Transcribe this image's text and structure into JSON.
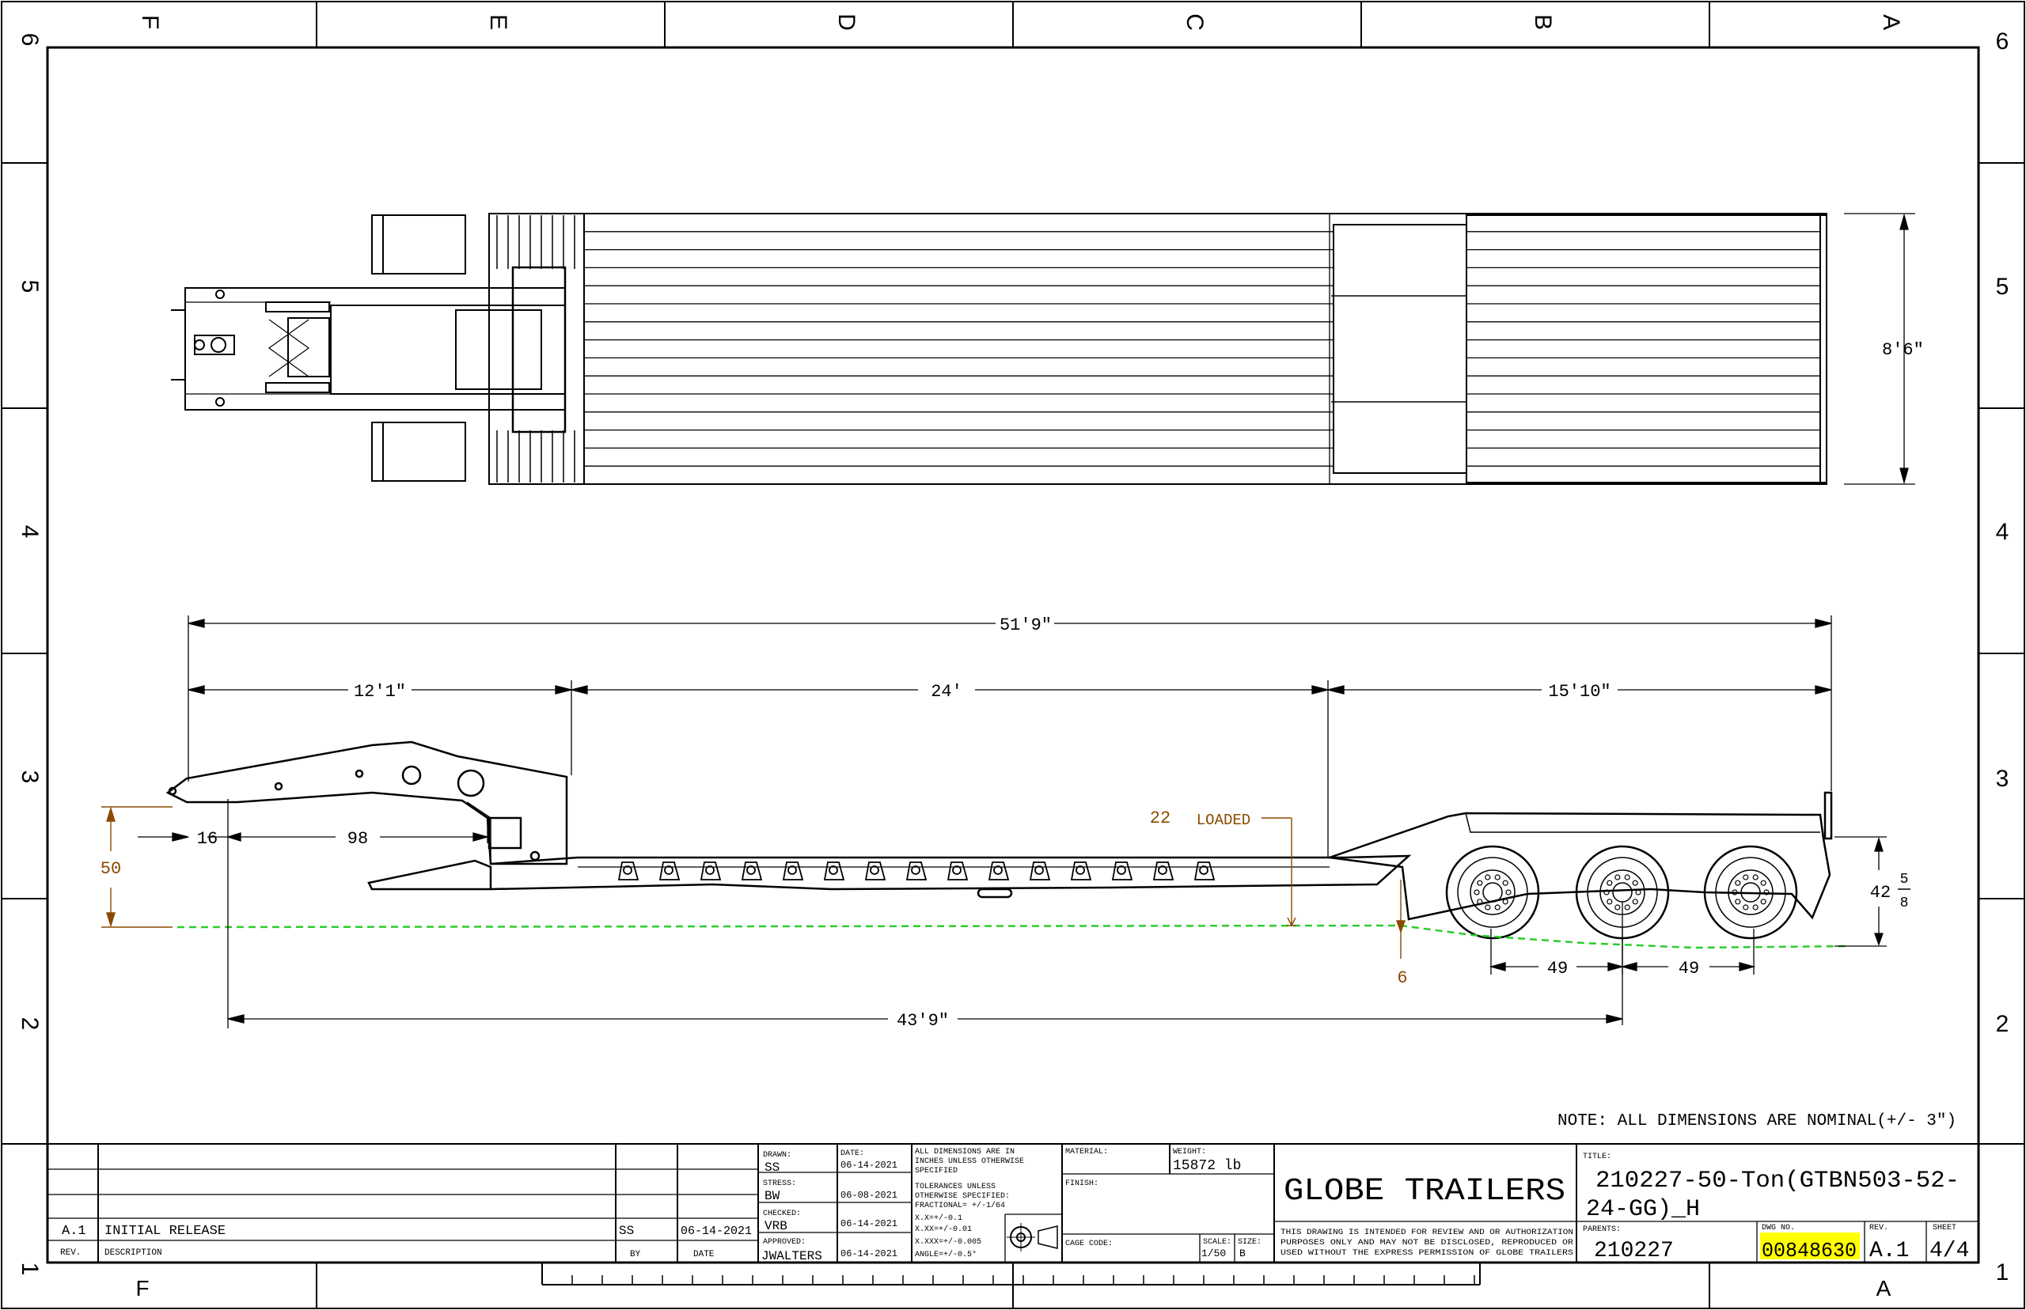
{
  "zones": {
    "top": [
      "F",
      "E",
      "D",
      "C",
      "B",
      "A"
    ],
    "bottom_left": "F",
    "bottom_right": "A",
    "rows": [
      "6",
      "5",
      "4",
      "3",
      "2",
      "1"
    ]
  },
  "dimensions": {
    "width": "8'6\"",
    "overall_length": "51'9\"",
    "gooseneck": "12'1\"",
    "deck": "24'",
    "rear": "15'10\"",
    "kingpin_offset": "16",
    "kingpin_to_neck": "98",
    "deck_height_front": "50",
    "loaded_label": "22",
    "loaded_word": "LOADED",
    "rear_deck_height_whole": "42",
    "rear_deck_height_num": "5",
    "rear_deck_height_den": "8",
    "axle_spacing_1": "49",
    "axle_spacing_2": "49",
    "ground_clearance": "6",
    "kingpin_to_axle": "43'9\""
  },
  "note": "NOTE: ALL DIMENSIONS ARE NOMINAL(+/- 3\")",
  "title_block": {
    "revision": {
      "rev": "A.1",
      "description": "INITIAL RELEASE",
      "by": "SS",
      "date": "06-14-2021"
    },
    "rev_header": {
      "rev": "REV.",
      "description": "DESCRIPTION",
      "by": "BY",
      "date": "DATE"
    },
    "drawn_label": "DRAWN:",
    "drawn": "SS",
    "stress_label": "STRESS:",
    "stress": "BW",
    "checked_label": "CHECKED:",
    "checked": "VRB",
    "approved_label": "APPROVED:",
    "approved": "JWALTERS",
    "date_label": "DATE:",
    "drawn_date": "06-14-2021",
    "stress_date": "06-08-2021",
    "checked_date": "06-14-2021",
    "approved_date": "06-14-2021",
    "dims_note": [
      "ALL DIMENSIONS ARE IN",
      "INCHES UNLESS OTHERWISE",
      "SPECIFIED"
    ],
    "tolerance": [
      "TOLERANCES UNLESS",
      "OTHERWISE SPECIFIED:",
      "FRACTIONAL= +/-1/64",
      "X.X=+/-0.1",
      "X.XX=+/-0.01",
      "X.XXX=+/-0.005",
      "ANGLE=+/-0.5°"
    ],
    "material_label": "MATERIAL:",
    "finish_label": "FINISH:",
    "weight_label": "WEIGHT:",
    "weight": "15872 lb",
    "cage_code_label": "CAGE CODE:",
    "scale_label": "SCALE:",
    "scale": "1/50",
    "size_label": "SIZE:",
    "size": "B",
    "company": "GLOBE TRAILERS",
    "disclaimer": [
      "THIS DRAWING IS INTENDED FOR REVIEW AND OR AUTHORIZATION",
      "PURPOSES ONLY AND MAY NOT BE DISCLOSED, REPRODUCED OR",
      "USED WITHOUT THE EXPRESS PERMISSION OF GLOBE TRAILERS"
    ],
    "title_label": "TITLE:",
    "title_line1": "210227-50-Ton(GTBN503-52-",
    "title_line2": "24-GG)_H",
    "parents_label": "PARENTS:",
    "parents": "210227",
    "dwg_label": "DWG NO.",
    "dwg_no": "00848630",
    "rev_label": "REV.",
    "rev_value": "A.1",
    "sheet_label": "SHEET",
    "sheet_value": "4/4"
  },
  "colors": {
    "dimension_orange": "#8a4a00",
    "ground_green": "#2ecc2e",
    "highlight_yellow": "#ffff00"
  }
}
